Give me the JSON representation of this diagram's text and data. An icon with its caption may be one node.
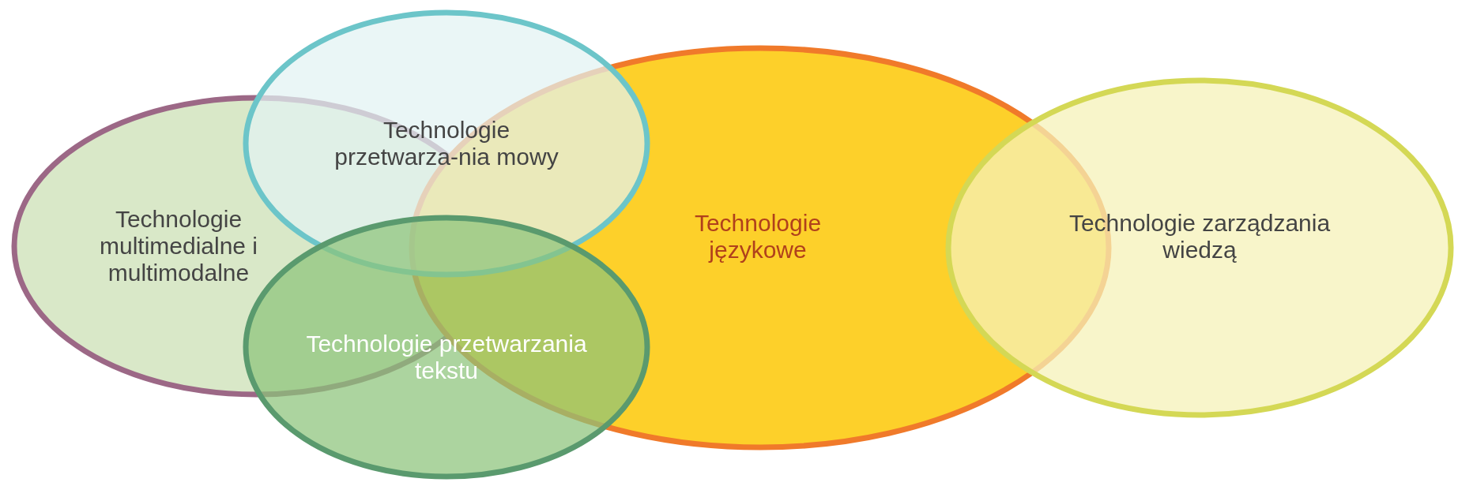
{
  "diagram": {
    "nodes": [
      {
        "text": [
          "Technologie multimedialne i multimodalne"
        ]
      },
      {
        "text": [
          "Technologie przetwarza-nia mowy"
        ]
      },
      {
        "text": [
          "Technologie przetwarzania tekstu"
        ]
      },
      {
        "text": [
          "Technologie językowe"
        ]
      },
      {
        "text": [
          "Technologie zarządzania wiedzą"
        ]
      }
    ]
  }
}
